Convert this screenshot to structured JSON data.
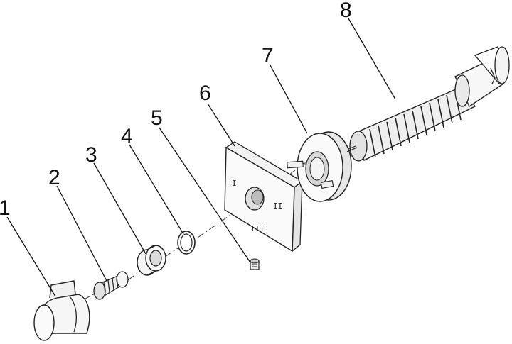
{
  "callouts": [
    {
      "id": "1",
      "text": "1"
    },
    {
      "id": "2",
      "text": "2"
    },
    {
      "id": "3",
      "text": "3"
    },
    {
      "id": "4",
      "text": "4"
    },
    {
      "id": "5",
      "text": "5"
    },
    {
      "id": "6",
      "text": "6"
    },
    {
      "id": "7",
      "text": "7"
    },
    {
      "id": "8",
      "text": "8"
    }
  ],
  "plate_marks": {
    "mark_1": "I",
    "mark_2": "II",
    "mark_3": "III"
  }
}
